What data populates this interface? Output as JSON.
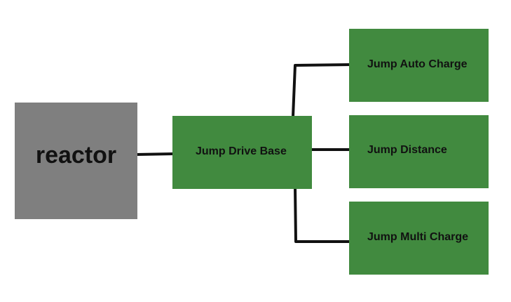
{
  "diagram": {
    "nodes": {
      "reactor": "reactor",
      "base": "Jump Drive Base",
      "auto_charge": "Jump Auto Charge",
      "distance": "Jump Distance",
      "multi_charge": "Jump Multi Charge"
    },
    "edges": [
      [
        "reactor",
        "Jump Drive Base"
      ],
      [
        "Jump Drive Base",
        "Jump Auto Charge"
      ],
      [
        "Jump Drive Base",
        "Jump Distance"
      ],
      [
        "Jump Drive Base",
        "Jump Multi Charge"
      ]
    ],
    "colors": {
      "reactor_fill": "#7f7f7f",
      "module_fill": "#418a3f",
      "connector": "#111111"
    }
  }
}
